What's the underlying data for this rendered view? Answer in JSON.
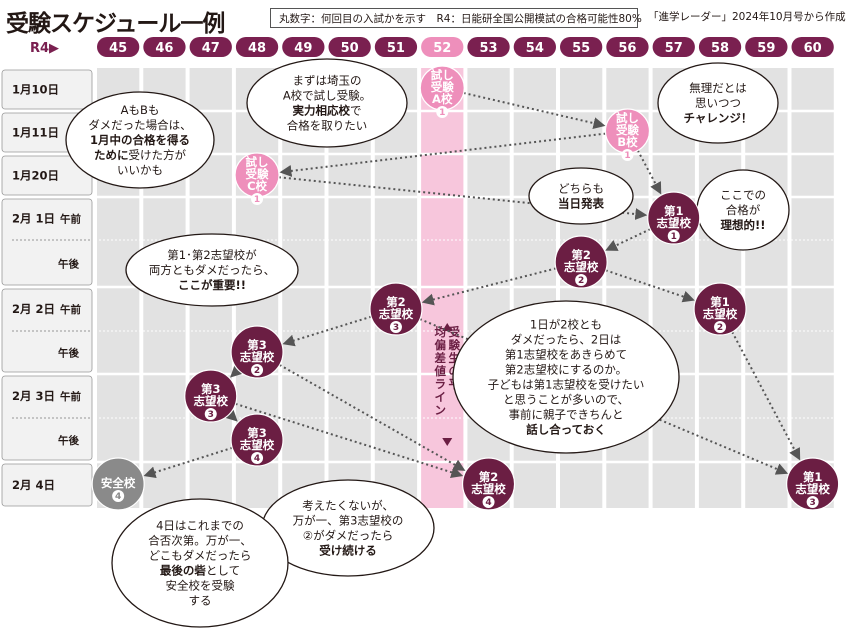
{
  "title": "受験スケジュール一例",
  "legend": "丸数字：何回目の入試かを示す　R4：日能研全国公開模試の合格可能性80%",
  "source": "「進学レーダー」2024年10月号から作成",
  "r4_label": "R4▶",
  "columns": [
    "45",
    "46",
    "47",
    "48",
    "49",
    "50",
    "51",
    "52",
    "53",
    "54",
    "55",
    "56",
    "57",
    "58",
    "59",
    "60"
  ],
  "highlight_column": "52",
  "rows": [
    {
      "label": "1月10日",
      "sub": ""
    },
    {
      "label": "1月11日",
      "sub": ""
    },
    {
      "label": "1月20日",
      "sub": ""
    },
    {
      "label": "2月 1日",
      "sub": "午前"
    },
    {
      "label": "",
      "sub": "午後"
    },
    {
      "label": "2月 2日",
      "sub": "午前"
    },
    {
      "label": "",
      "sub": "午後"
    },
    {
      "label": "2月 3日",
      "sub": "午前"
    },
    {
      "label": "",
      "sub": "午後"
    },
    {
      "label": "2月 4日",
      "sub": ""
    }
  ],
  "average_line_label": "受験生の平均偏差値ライン",
  "colors": {
    "dark": "#6b1e43",
    "pink": "#ee8fbb",
    "gray": "#8a8a8a",
    "pill": "#7a2050",
    "band": "#f7c6dc",
    "cell": "#e2e2e2",
    "rowbg": "#f2f2f2"
  },
  "schools": [
    {
      "id": "trial-a",
      "lines": [
        "試し",
        "受験",
        "A校"
      ],
      "num": "1",
      "style": "pink"
    },
    {
      "id": "trial-b",
      "lines": [
        "試し",
        "受験",
        "B校"
      ],
      "num": "1",
      "style": "pink"
    },
    {
      "id": "trial-c",
      "lines": [
        "試し",
        "受験",
        "C校"
      ],
      "num": "1",
      "style": "pink"
    },
    {
      "id": "choice1-feb1",
      "lines": [
        "第1",
        "志望校"
      ],
      "num": "1",
      "style": "dark"
    },
    {
      "id": "choice2-feb1pm",
      "lines": [
        "第2",
        "志望校"
      ],
      "num": "2",
      "style": "dark"
    },
    {
      "id": "choice1-feb2",
      "lines": [
        "第1",
        "志望校"
      ],
      "num": "2",
      "style": "dark"
    },
    {
      "id": "choice2-feb2",
      "lines": [
        "第2",
        "志望校"
      ],
      "num": "3",
      "style": "dark"
    },
    {
      "id": "choice3-feb2pm",
      "lines": [
        "第3",
        "志望校"
      ],
      "num": "2",
      "style": "dark"
    },
    {
      "id": "choice3-feb3",
      "lines": [
        "第3",
        "志望校"
      ],
      "num": "3",
      "style": "dark"
    },
    {
      "id": "choice3-feb3pm",
      "lines": [
        "第3",
        "志望校"
      ],
      "num": "4",
      "style": "dark"
    },
    {
      "id": "choice2-feb4",
      "lines": [
        "第2",
        "志望校"
      ],
      "num": "4",
      "style": "dark"
    },
    {
      "id": "choice1-feb4",
      "lines": [
        "第1",
        "志望校"
      ],
      "num": "3",
      "style": "dark"
    },
    {
      "id": "safety",
      "lines": [
        "安全校"
      ],
      "num": "4",
      "style": "gray"
    }
  ],
  "bubbles": [
    {
      "id": "bubble-trial",
      "lines": [
        {
          "t": "まずは埼玉の"
        },
        {
          "t": "A校で試し受験。"
        },
        {
          "t": "実力相応校",
          "b": true,
          "rest": "で"
        },
        {
          "t": "合格を取りたい"
        }
      ]
    },
    {
      "id": "bubble-ab",
      "lines": [
        {
          "t": "AもBも"
        },
        {
          "t": "ダメだった場合は、"
        },
        {
          "t": "1月中の合格を得る",
          "b": true
        },
        {
          "t": "ために",
          "b": true,
          "rest": "受けた方が"
        },
        {
          "t": "いいかも"
        }
      ]
    },
    {
      "id": "bubble-challenge",
      "lines": [
        {
          "t": "無理だとは"
        },
        {
          "t": "思いつつ"
        },
        {
          "t": "チャレンジ！",
          "b": true
        }
      ]
    },
    {
      "id": "bubble-sameday",
      "lines": [
        {
          "t": "どちらも"
        },
        {
          "t": "当日発表",
          "b": true
        }
      ]
    },
    {
      "id": "bubble-ideal",
      "lines": [
        {
          "t": "ここでの"
        },
        {
          "t": "合格が"
        },
        {
          "t": "理想的!!",
          "b": true
        }
      ]
    },
    {
      "id": "bubble-important",
      "lines": [
        {
          "t": "第1･第2志望校が"
        },
        {
          "t": "両方ともダメだったら、"
        },
        {
          "t": "ここが重要!!",
          "b": true
        }
      ]
    },
    {
      "id": "bubble-discuss",
      "lines": [
        {
          "t": "1日が2校とも"
        },
        {
          "t": "ダメだったら、2日は"
        },
        {
          "t": "第1志望校をあきらめて"
        },
        {
          "t": "第2志望校にするのか。"
        },
        {
          "t": "子どもは第1志望校を受けたい"
        },
        {
          "t": "と思うことが多いので、"
        },
        {
          "t": "事前に親子できちんと"
        },
        {
          "t": "話し合っておく",
          "b": true
        }
      ]
    },
    {
      "id": "bubble-keep",
      "lines": [
        {
          "t": "考えたくないが、"
        },
        {
          "t": "万が一、第3志望校の"
        },
        {
          "t": "②がダメだったら"
        },
        {
          "t": "受け続ける",
          "b": true
        }
      ]
    },
    {
      "id": "bubble-last",
      "lines": [
        {
          "t": "4日はこれまでの"
        },
        {
          "t": "合否次第。万が一、"
        },
        {
          "t": "どこもダメだったら"
        },
        {
          "t": "最後の砦",
          "b": true,
          "rest": "として"
        },
        {
          "t": "安全校を受験"
        },
        {
          "t": "する"
        }
      ]
    }
  ]
}
